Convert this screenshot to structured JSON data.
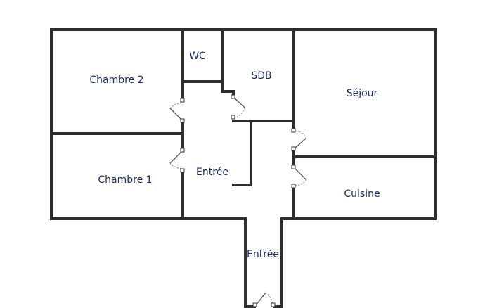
{
  "rooms": {
    "chambre2": "Chambre 2",
    "wc": "WC",
    "sdb": "SDB",
    "sejour": "Séjour",
    "chambre1": "Chambre 1",
    "entree_hall": "Entrée",
    "cuisine": "Cuisine",
    "entree_corridor": "Entrée"
  },
  "colors": {
    "wall": "#2d2d2d",
    "label": "#1f2a5c",
    "background": "#ffffff"
  }
}
